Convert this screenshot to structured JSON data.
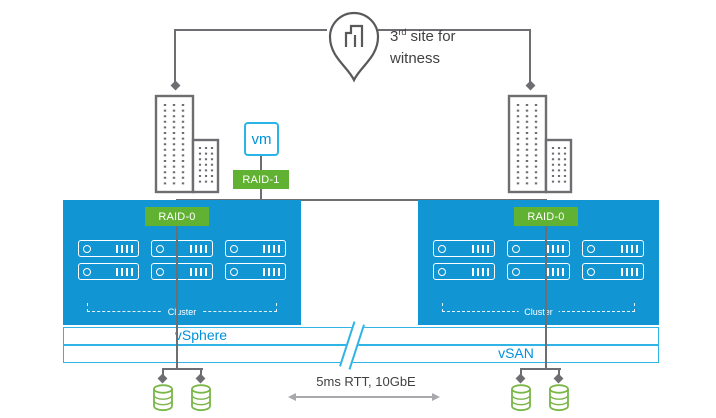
{
  "witness": {
    "number": "3",
    "ordinal": "rd",
    "line1_rest": " site for",
    "line2": "witness"
  },
  "vm": {
    "label": "vm"
  },
  "raid1": {
    "label": "RAID-1"
  },
  "sites": {
    "left": {
      "raid0_label": "RAID-0",
      "cluster_label": "Cluster"
    },
    "right": {
      "raid0_label": "RAID-0",
      "cluster_label": "Cluster"
    }
  },
  "layers": {
    "vsphere_label": "vSphere",
    "vsan_label": "vSAN"
  },
  "interlink": {
    "latency_label": "5ms RTT, 10GbE"
  },
  "colors": {
    "site_blue": "#1295d3",
    "raid_green": "#61b233",
    "band_border_blue": "#2fb4e5",
    "label_blue": "#0091da",
    "line_gray": "#6d6e71",
    "disk_green": "#7ab648"
  }
}
